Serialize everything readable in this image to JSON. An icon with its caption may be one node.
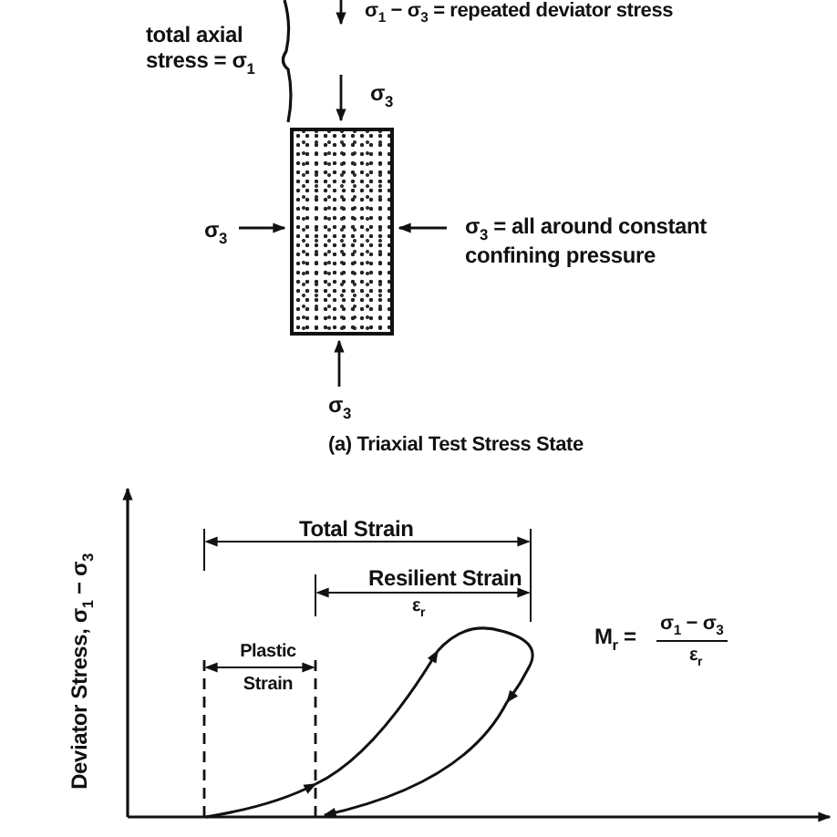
{
  "diagram": {
    "caption": "(a) Triaxial Test Stress State",
    "nodes": [
      {
        "text": [],
        "shape": "box"
      }
    ],
    "labels": [
      "σ$_{1}$ − σ$_{3}$ = repeated deviator stress",
      "total axial stress = σ$_{1}$",
      "σ$_{3}$",
      "σ$_{3}$",
      "σ$_{3}$ = all around constant confining pressure",
      "σ$_{3}$",
      "Total Strain",
      "Resilient Strain",
      "ε$_{r}$",
      "M$_{r}$ =",
      "σ$_{1}$ − σ$_{3}$",
      "ε$_{r}$",
      "Plastic Strain",
      "Deviator Stress, σ$_{1}$ − σ$_{3}$"
    ]
  }
}
